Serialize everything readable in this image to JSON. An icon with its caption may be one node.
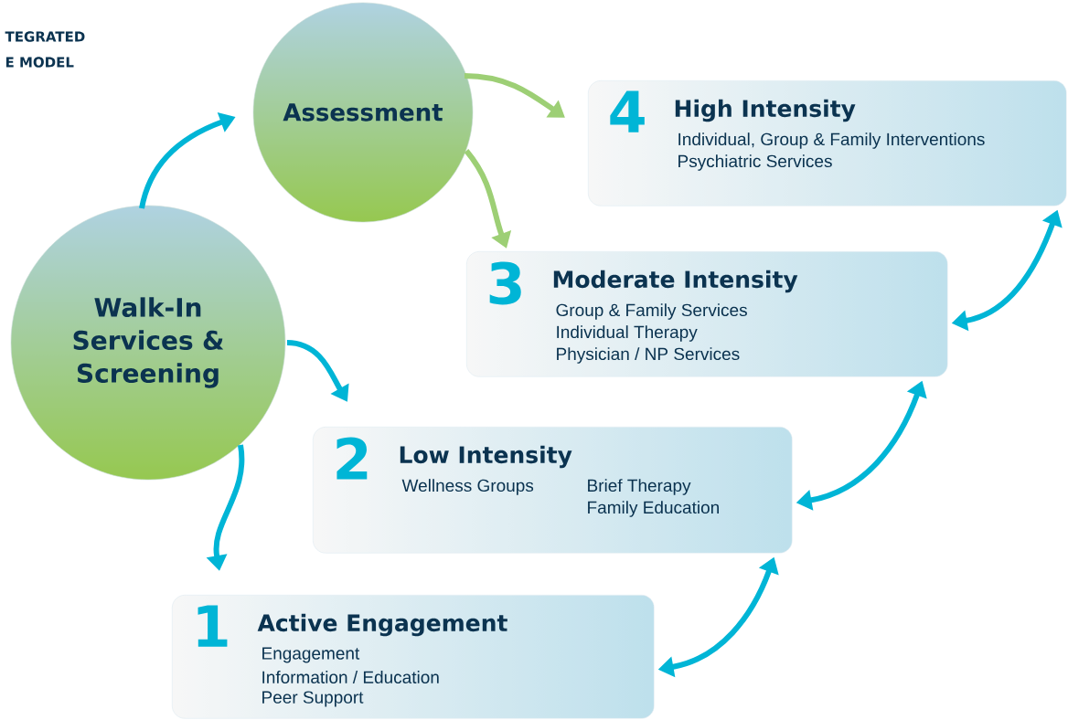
{
  "diagram": {
    "nodes": [
      {
        "text": [
          "Walk-In Services & Screening"
        ]
      },
      {
        "text": [
          "Assessment"
        ]
      },
      {
        "text": [
          "4",
          "High Intensity",
          "Individual, Group & Family Interventions",
          "Psychiatric Services"
        ]
      },
      {
        "text": [
          "3",
          "Moderate Intensity",
          "Group & Family Services",
          "Individual Therapy",
          "Physician / NP Services"
        ]
      },
      {
        "text": [
          "2",
          "Low Intensity",
          "Wellness Groups",
          "Brief Therapy",
          "Family Education"
        ]
      },
      {
        "text": [
          "1",
          "Active Engagement",
          "Engagement",
          "Information / Education",
          "Peer Support"
        ]
      }
    ],
    "edges": [
      {
        "from": 0,
        "to": 1,
        "arrow": "to"
      },
      {
        "from": 0,
        "to": 4,
        "arrow": "to"
      },
      {
        "from": 0,
        "to": 5,
        "arrow": "to"
      },
      {
        "from": 1,
        "to": 2,
        "arrow": "to",
        "color": "#9dcf75"
      },
      {
        "from": 1,
        "to": 3,
        "arrow": "to",
        "color": "#9dcf75"
      },
      {
        "from": 5,
        "to": 4,
        "arrow": "both"
      },
      {
        "from": 4,
        "to": 3,
        "arrow": "both"
      },
      {
        "from": 3,
        "to": 2,
        "arrow": "both"
      }
    ],
    "labels": [
      "TEGRATED",
      "E MODEL"
    ]
  }
}
